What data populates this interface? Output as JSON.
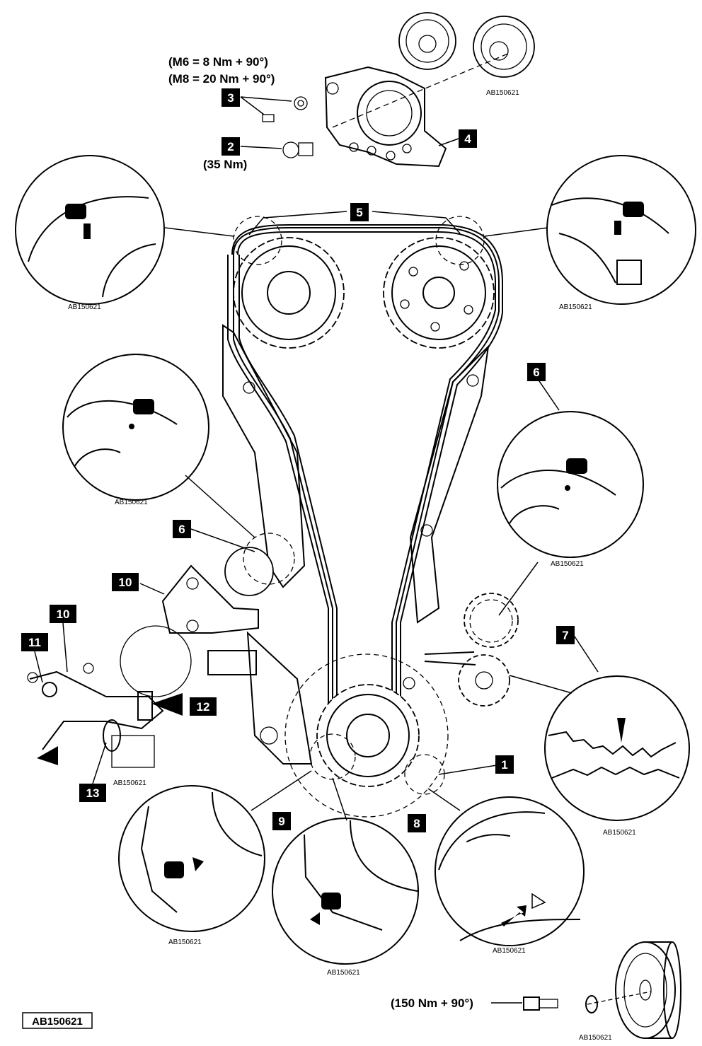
{
  "image_ref": "AB150621",
  "callouts": [
    {
      "id": "c1",
      "number": "1"
    },
    {
      "id": "c2",
      "number": "2"
    },
    {
      "id": "c3",
      "number": "3"
    },
    {
      "id": "c4",
      "number": "4"
    },
    {
      "id": "c5",
      "number": "5"
    },
    {
      "id": "c6a",
      "number": "6"
    },
    {
      "id": "c6b",
      "number": "6"
    },
    {
      "id": "c7",
      "number": "7"
    },
    {
      "id": "c8",
      "number": "8"
    },
    {
      "id": "c9",
      "number": "9"
    },
    {
      "id": "c10a",
      "number": "10"
    },
    {
      "id": "c10b",
      "number": "10"
    },
    {
      "id": "c11",
      "number": "11"
    },
    {
      "id": "c12",
      "number": "12"
    },
    {
      "id": "c13",
      "number": "13"
    }
  ],
  "torque_specs": {
    "m6": "(M6 = 8 Nm + 90°)",
    "m8": "(M8 = 20 Nm + 90°)",
    "bolt_2": "(35 Nm)",
    "crank_bolt": "(150 Nm + 90°)"
  },
  "detail_refs": {
    "top_right_gears": "AB150621",
    "detail_top_left": "AB150621",
    "detail_top_right": "AB150621",
    "detail_left": "AB150621",
    "detail_right": "AB150621",
    "tensioner_detail": "AB150621",
    "detail_7": "AB150621",
    "detail_9": "AB150621",
    "detail_8": "AB150621",
    "detail_1": "AB150621",
    "pulley": "AB150621"
  },
  "footer_ref": "AB150621"
}
